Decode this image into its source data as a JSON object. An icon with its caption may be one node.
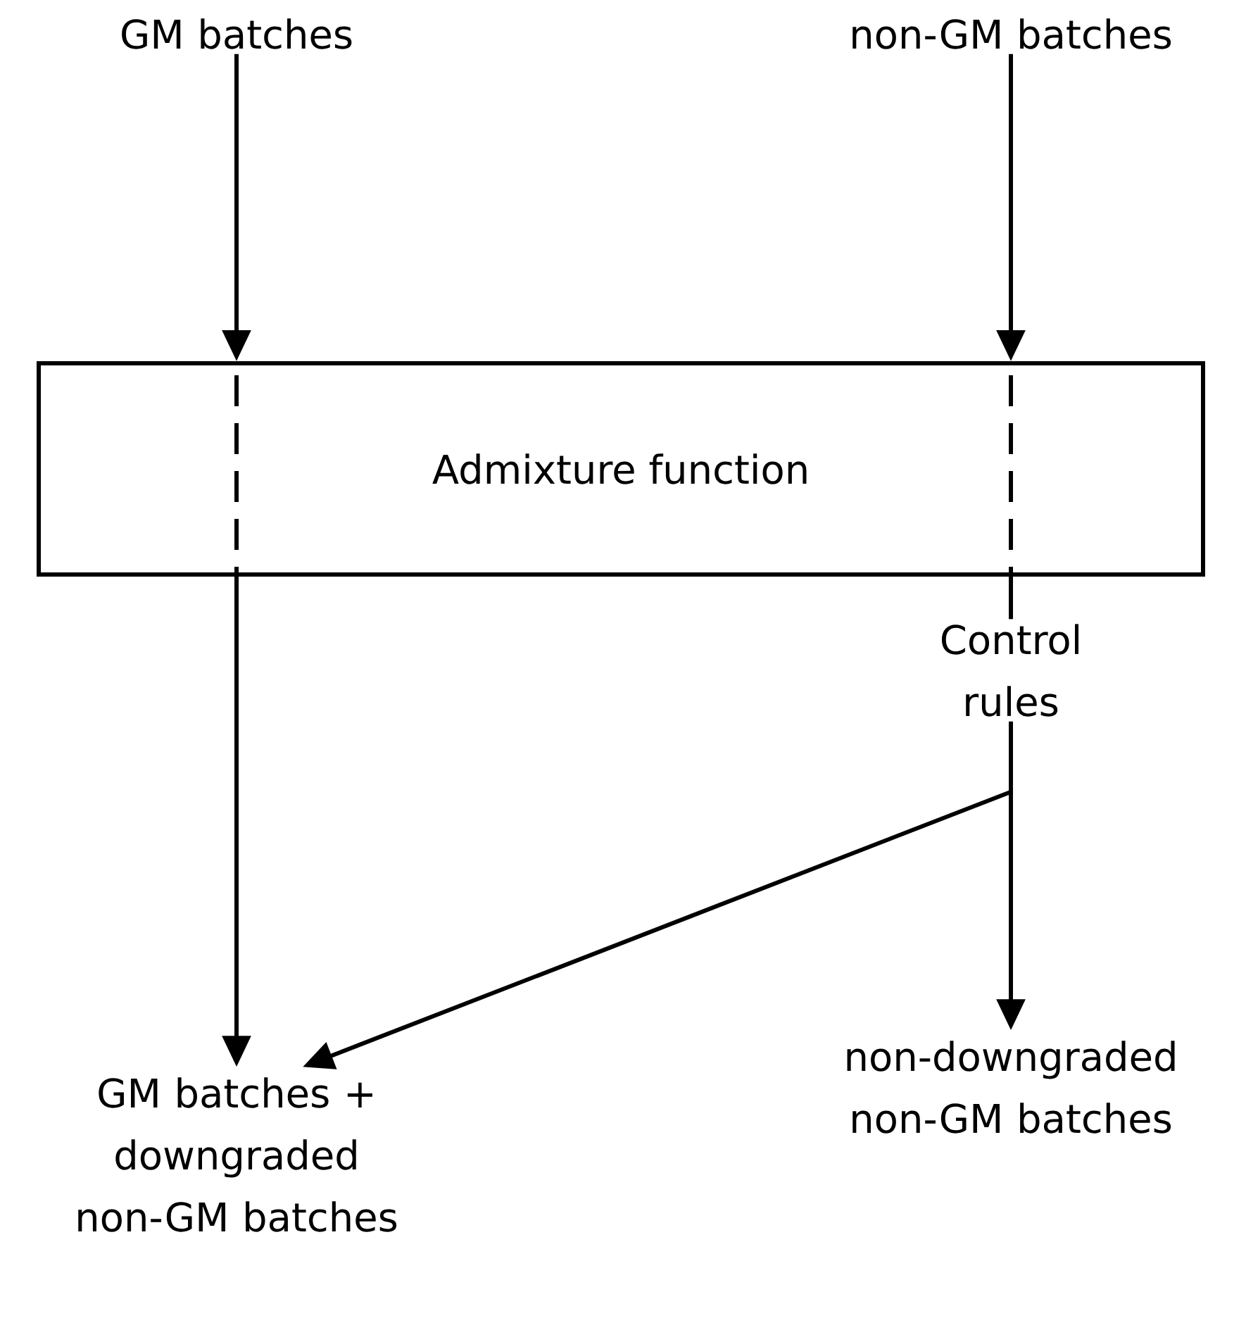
{
  "diagram": {
    "nodes": [
      {
        "text": [
          "GM batches"
        ]
      },
      {
        "text": [
          "non-GM batches"
        ]
      },
      {
        "text": [
          "Admixture function"
        ]
      },
      {
        "text": [
          "Control rules"
        ]
      },
      {
        "text": [
          "GM batches + downgraded non-GM batches"
        ]
      },
      {
        "text": [
          "non-downgraded non-GM batches"
        ]
      }
    ],
    "edges": [
      {
        "from": 0,
        "to": 2,
        "arrow": "to"
      },
      {
        "from": 1,
        "to": 2,
        "arrow": "to"
      },
      {
        "from": 2,
        "to": 4,
        "arrow": "to"
      },
      {
        "from": 2,
        "to": 3,
        "arrow": "none"
      },
      {
        "from": 3,
        "to": 5,
        "arrow": "to"
      },
      {
        "from": 3,
        "to": 4,
        "arrow": "to"
      }
    ]
  }
}
